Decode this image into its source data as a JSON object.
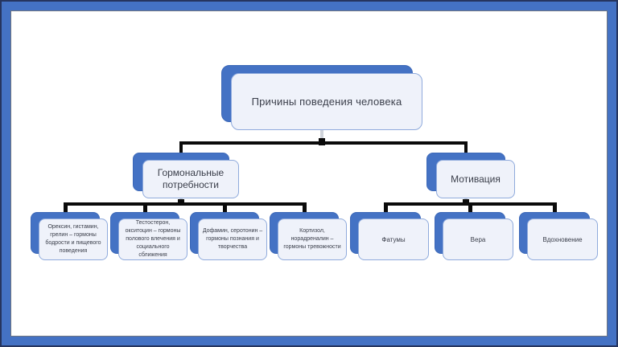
{
  "diagram": {
    "root": {
      "label": "Причины поведения человека"
    },
    "branches": [
      {
        "label": "Гормональные потребности",
        "children": [
          {
            "label": "Орексин, гистамин, грелин – гормоны бодрости и пищевого поведения"
          },
          {
            "label": "Тестостерон, окситоцин – гормоны полового влечения и социального сближения"
          },
          {
            "label": "Дофамин, серотонин – гормоны познания и творчества"
          },
          {
            "label": "Кортизол, норадреналин – гормоны тревожности"
          }
        ]
      },
      {
        "label": "Мотивация",
        "children": [
          {
            "label": "Фатумы"
          },
          {
            "label": "Вера"
          },
          {
            "label": "Вдохновение"
          }
        ]
      }
    ],
    "colors": {
      "frame_blue": "#4472C4",
      "frame_edge": "#26355F",
      "shape_back_fill": "#4472C4",
      "shape_front_fill": "#EFF2FA",
      "shape_front_border": "#8FAADC",
      "connector_black": "#0B0B0B",
      "connector_gray_stub": "#CFD3DA",
      "text": "#3A3E4A"
    }
  }
}
